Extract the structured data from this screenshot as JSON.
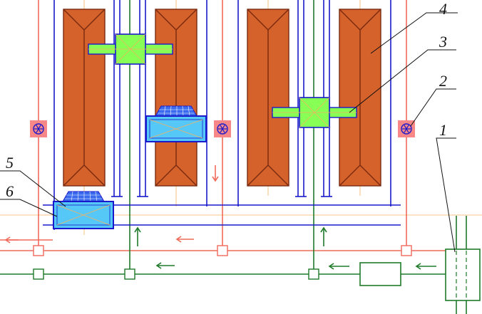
{
  "labels": {
    "l1": "1",
    "l2": "2",
    "l3": "3",
    "l4": "4",
    "l5": "5",
    "l6": "6"
  },
  "colors": {
    "red_line": "#f06a5a",
    "green_line": "#1f7a2a",
    "blue_line": "#1a1acc",
    "pile_fill": "#d4622a",
    "pile_edge": "#7a2a10",
    "mixer_fill": "#88ff55",
    "mixer_edge": "#1a1acc",
    "tank_fill": "#55c8f8",
    "grid_fill": "#3a6aee",
    "fan_fill": "#f88888",
    "axis_line": "#f5b060",
    "leader": "#111111"
  },
  "icons": {
    "fan": "circle-asterisk-icon",
    "arrow": "arrow-left-icon"
  }
}
